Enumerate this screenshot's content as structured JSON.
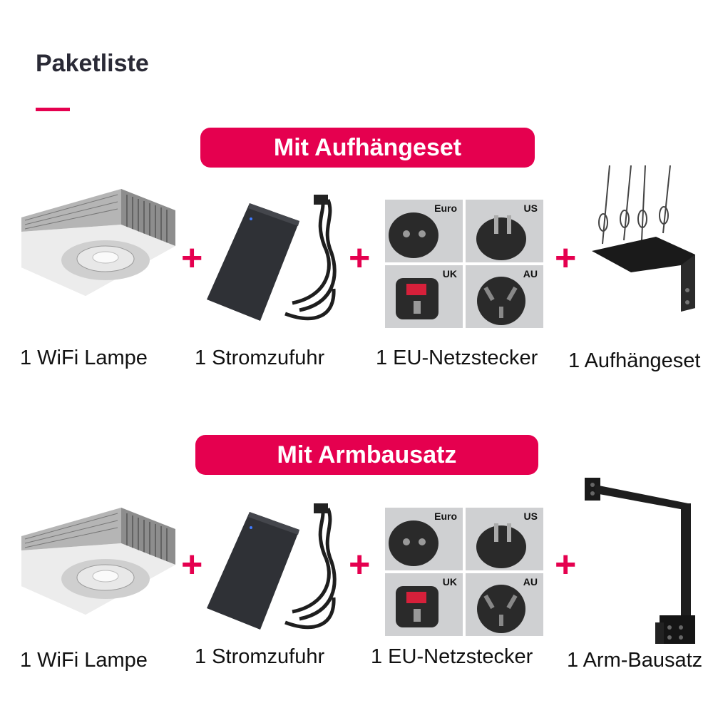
{
  "heading": "Paketliste",
  "colors": {
    "accent": "#e5004f",
    "heading": "#2a2a36"
  },
  "sections": [
    {
      "title": "Mit Aufhängeset",
      "items": [
        {
          "label": "1 WiFi Lampe",
          "icon": "wifi-lamp-icon"
        },
        {
          "label": "1 Stromzufuhr",
          "icon": "power-supply-icon"
        },
        {
          "label": "1 EU-Netzstecker",
          "icon": "power-plugs-icon"
        },
        {
          "label": "1 Aufhängeset",
          "icon": "hanging-kit-icon"
        }
      ],
      "plus": [
        "+",
        "+",
        "+"
      ]
    },
    {
      "title": "Mit Armbausatz",
      "items": [
        {
          "label": "1 WiFi Lampe",
          "icon": "wifi-lamp-icon"
        },
        {
          "label": "1 Stromzufuhr",
          "icon": "power-supply-icon"
        },
        {
          "label": "1 EU-Netzstecker",
          "icon": "power-plugs-icon"
        },
        {
          "label": "1 Arm-Bausatz",
          "icon": "arm-kit-icon"
        }
      ],
      "plus": [
        "+",
        "+",
        "+"
      ]
    }
  ],
  "plug_types": [
    "Euro",
    "US",
    "UK",
    "AU"
  ]
}
